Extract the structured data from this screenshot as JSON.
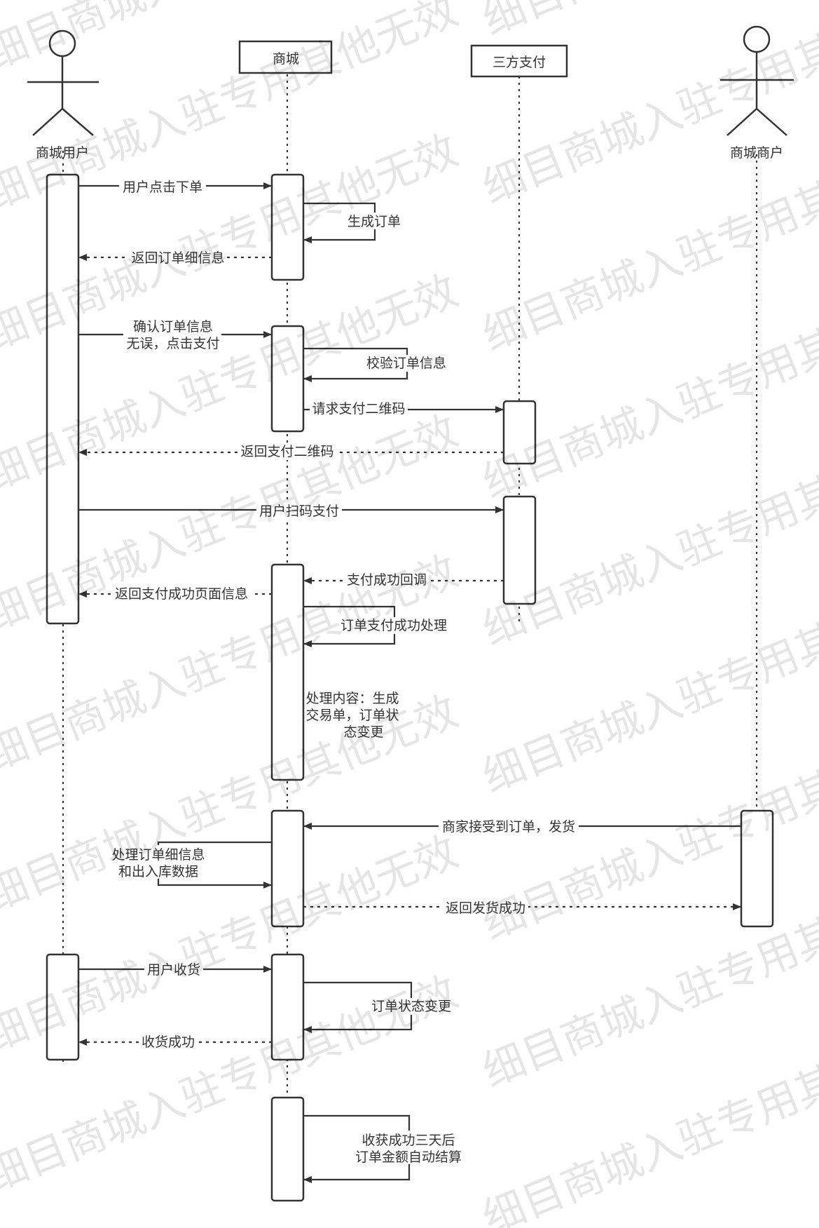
{
  "participants": {
    "user": "商城用户",
    "mall": "商城",
    "pay": "三方支付",
    "merchant": "商城商户"
  },
  "messages": {
    "user_order": "用户点击下单",
    "gen_order": "生成订单",
    "return_order": "返回订单细信息",
    "confirm_pay_1": "确认订单信息",
    "confirm_pay_2": "无误，点击支付",
    "verify_order": "校验订单信息",
    "request_qr": "请求支付二维码",
    "return_qr": "返回支付二维码",
    "scan_pay": "用户扫码支付",
    "pay_callback": "支付成功回调",
    "return_success_page": "返回支付成功页面信息",
    "order_pay_process": "订单支付成功处理",
    "merchant_ship": "商家接受到订单，发货",
    "process_stock_1": "处理订单细信息",
    "process_stock_2": "和出入库数据",
    "return_ship": "返回发货成功",
    "user_receive": "用户收货",
    "status_change": "订单状态变更",
    "receive_success": "收货成功",
    "auto_settle_1": "收获成功三天后",
    "auto_settle_2": "订单金额自动结算"
  },
  "notes": {
    "process_content_1": "处理内容：生成",
    "process_content_2": "交易单，订单状",
    "process_content_3": "态变更"
  },
  "watermark": {
    "text": "细目商城入驻专用其他无效"
  },
  "colors": {
    "line": "#333333",
    "text": "#333333",
    "background": "#ffffff"
  }
}
